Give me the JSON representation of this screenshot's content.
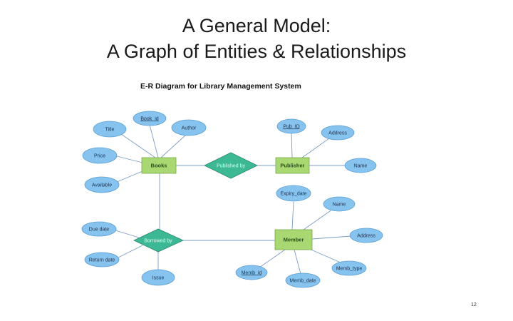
{
  "slide": {
    "title_line1": "A General Model:",
    "title_line2": "A Graph of Entities & Relationships",
    "page_number": "12"
  },
  "diagram": {
    "title": "E-R Diagram for Library Management System",
    "colors": {
      "entity": "#a9d873",
      "relationship": "#3cb894",
      "attribute": "#86c3ef",
      "connector": "#7a9cc4"
    },
    "entities": {
      "books": "Books",
      "publisher": "Publisher",
      "member": "Member"
    },
    "relationships": {
      "published_by": "Published by",
      "borrowed_by": "Borrowed by"
    },
    "attributes": {
      "book_id": "Book_id",
      "author": "Author",
      "title": "Title",
      "price": "Price",
      "available": "Available",
      "pub_id": "Pub_ID",
      "pub_address": "Address",
      "pub_name": "Name",
      "expiry_date": "Expiry_date",
      "member_name": "Name",
      "member_address": "Address",
      "memb_type": "Memb_type",
      "memb_date": "Memb_date",
      "memb_id": "Memb_id",
      "due_date": "Due date",
      "return_date": "Return date",
      "issue": "Issue"
    }
  }
}
